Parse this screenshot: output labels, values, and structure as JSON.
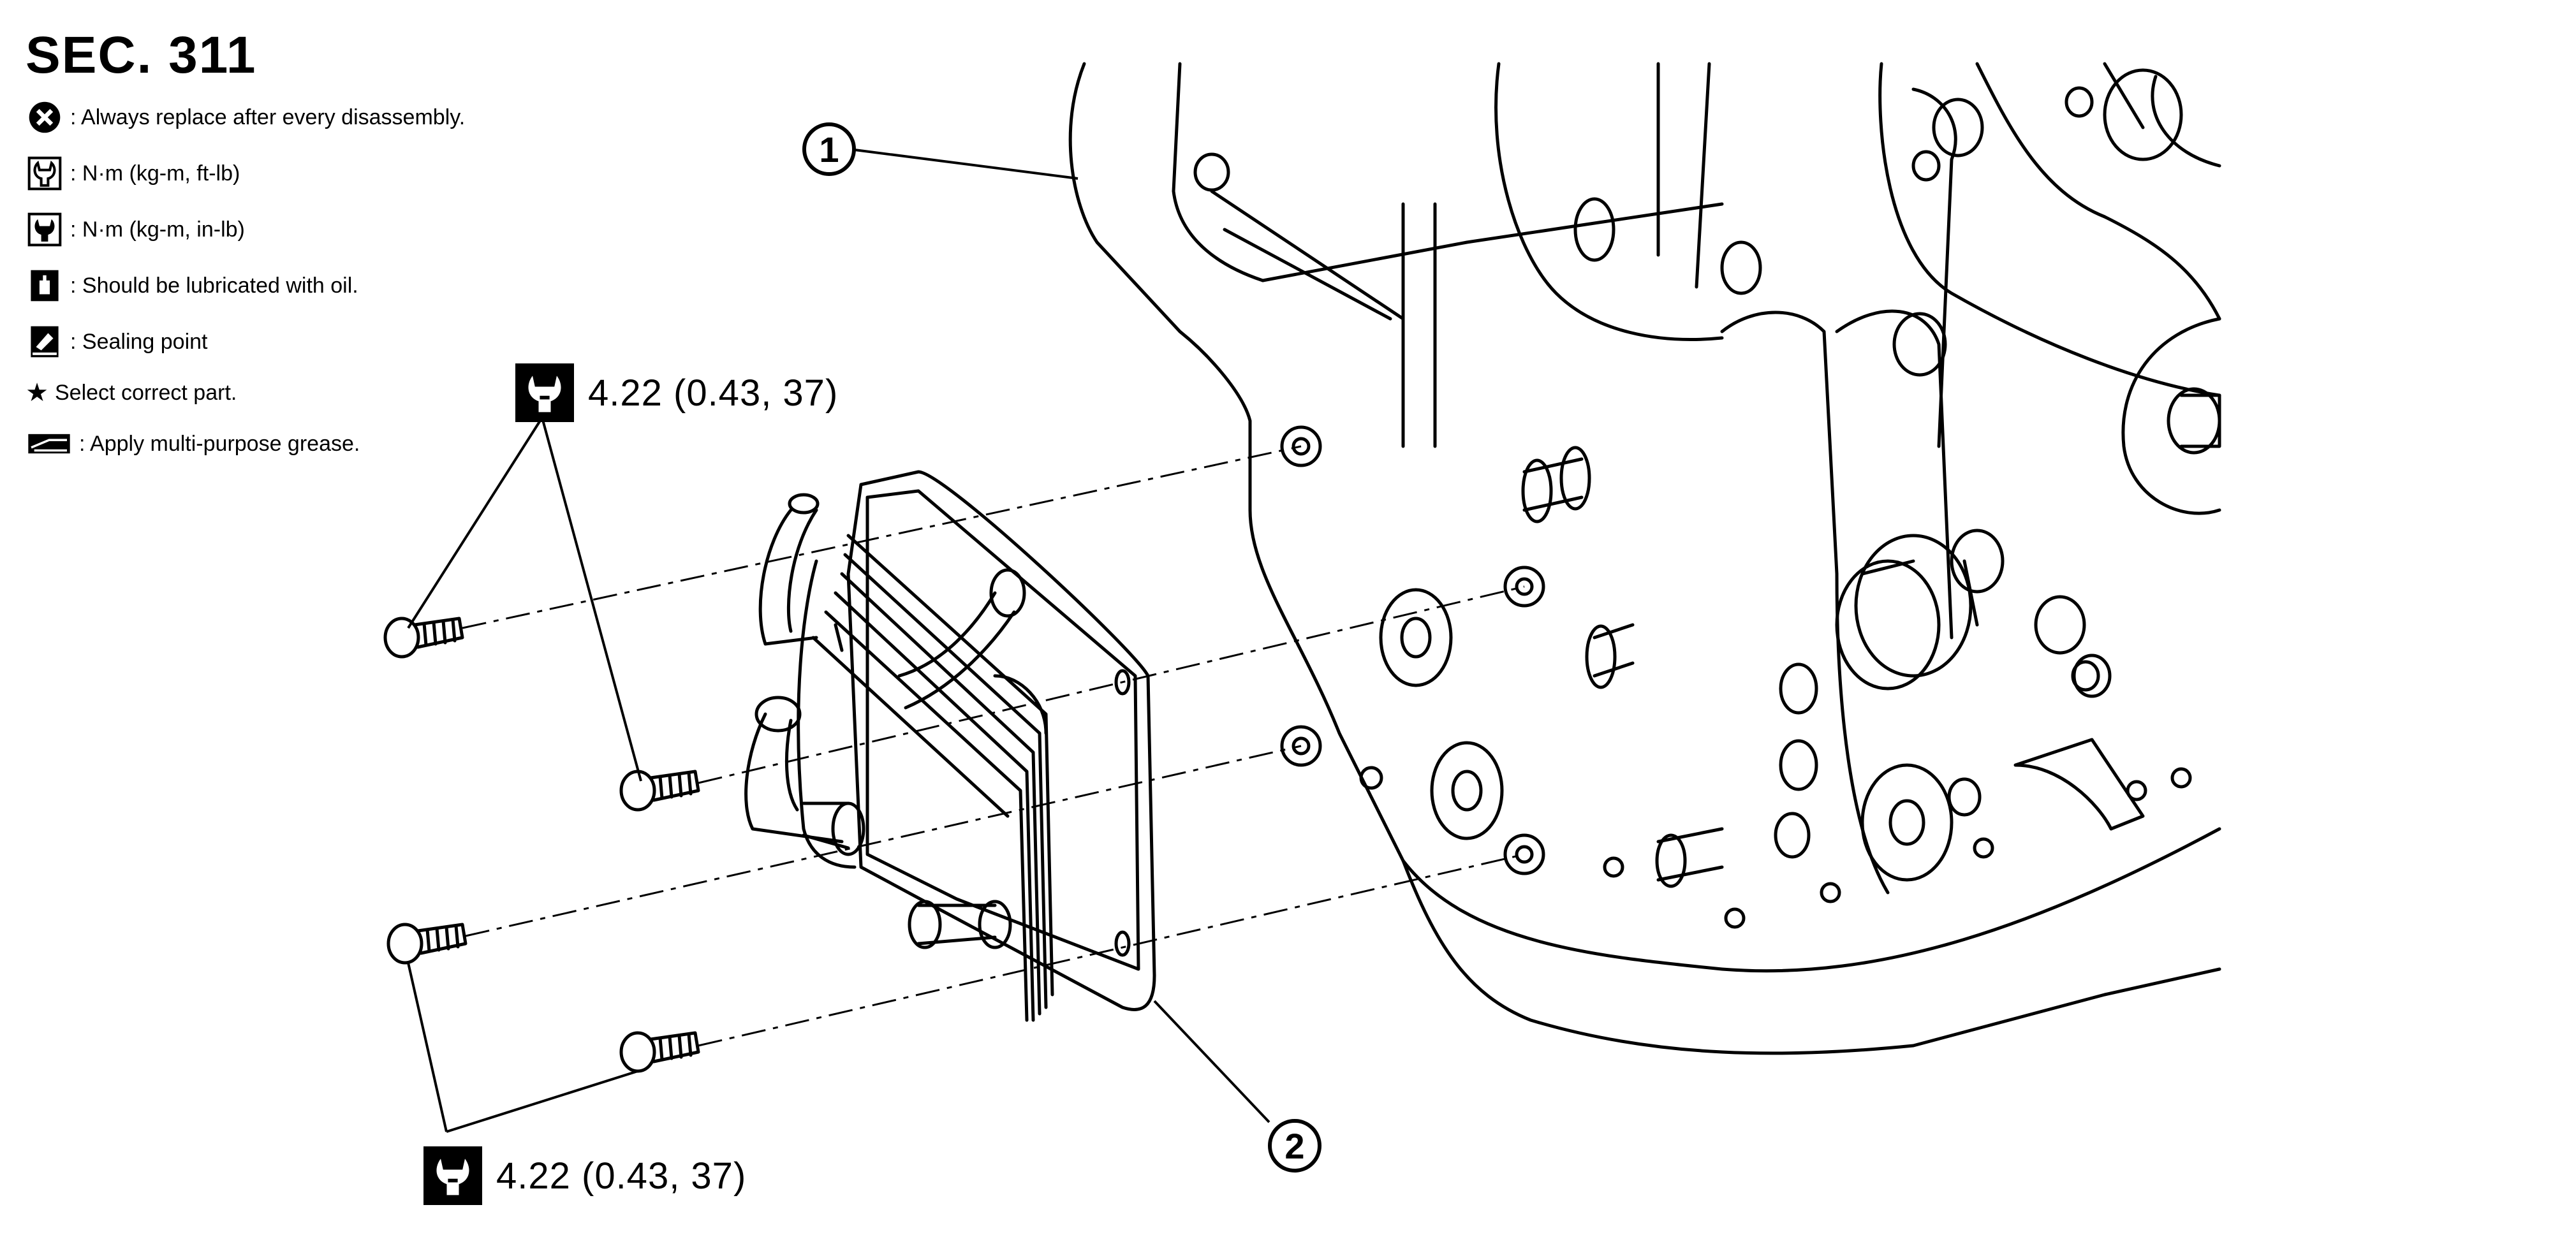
{
  "section_title": "SEC. 311",
  "legend": [
    {
      "icon": "replace-x-icon",
      "text": ": Always replace after every disassembly."
    },
    {
      "icon": "torque-wrench-ftlb-icon",
      "text": ": N·m (kg-m, ft-lb)"
    },
    {
      "icon": "torque-wrench-inlb-icon",
      "text": ": N·m (kg-m, in-lb)"
    },
    {
      "icon": "oil-can-icon",
      "text": ": Should be lubricated with oil."
    },
    {
      "icon": "sealant-icon",
      "text": ": Sealing point"
    },
    {
      "icon": "star-icon",
      "text": "Select correct part."
    },
    {
      "icon": "grease-icon",
      "text": ": Apply multi-purpose grease."
    }
  ],
  "torque_specs": [
    {
      "value": "4.22 (0.43, 37)"
    },
    {
      "value": "4.22 (0.43, 37)"
    }
  ],
  "callouts": [
    "1",
    "2"
  ],
  "colors": {
    "ink": "#000000",
    "paper": "#ffffff"
  }
}
